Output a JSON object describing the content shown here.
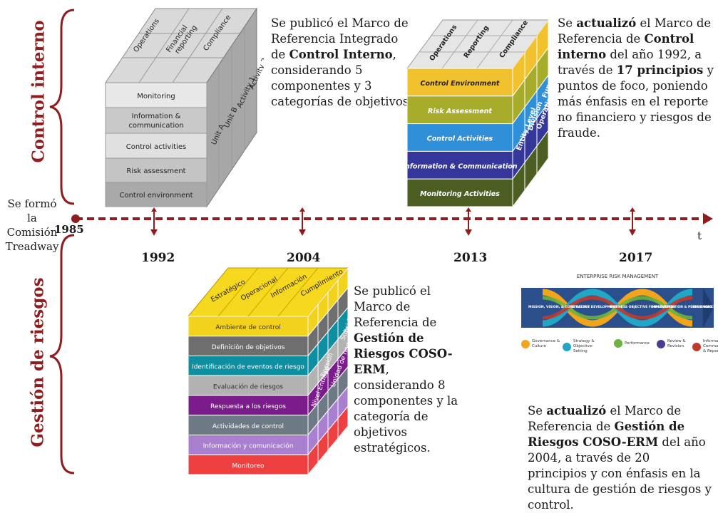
{
  "band_labels": {
    "top": "Control interno",
    "bottom": "Gestión de riesgos"
  },
  "timeline": {
    "start_label_lines": [
      "Se formó la",
      "Comisión",
      "Treadway"
    ],
    "start_year": "1985",
    "end_label": "t",
    "years": [
      "1992",
      "2004",
      "2013",
      "2017"
    ]
  },
  "cube1992": {
    "columns": [
      "Operations",
      "Financial",
      "reporting",
      "Compliance"
    ],
    "rows": [
      "Monitoring",
      "Information &",
      "communication",
      "Control activities",
      "Risk assessment",
      "Control environment"
    ],
    "side": [
      "Unit A",
      "Unit B",
      "Activity 1",
      "Activity 2"
    ]
  },
  "desc1992": {
    "p1": "Se publicó el Marco de Referencia Integrado de ",
    "b1": "Control Interno",
    "p2": ", considerando 5 componentes y 3 categorías de objetivos."
  },
  "cube2013": {
    "columns": [
      "Operations",
      "Reporting",
      "Compliance"
    ],
    "rows": [
      "Control Environment",
      "Risk Assessment",
      "Control Activities",
      "Information & Communication",
      "Monitoring Activities"
    ],
    "side": [
      "Entity Level",
      "Division",
      "Operating Unit",
      "Function"
    ],
    "colors": [
      "#f2c12e",
      "#a7ac2b",
      "#2f8fd8",
      "#34369a",
      "#4d5e22"
    ]
  },
  "desc2013": {
    "p1": "Se ",
    "b1": "actualizó",
    "p2": " el Marco de Referencia de ",
    "b2": "Control interno",
    "p3": " del año 1992, a través de ",
    "b3": "17 principios",
    "p4": " y puntos de foco, poniendo más énfasis en el reporte no financiero y riesgos de fraude."
  },
  "cube2004": {
    "columns": [
      "Estratégico",
      "Operacional",
      "Información",
      "Cumplimiento"
    ],
    "rows": [
      "Ambiente de control",
      "Definición de objetivos",
      "Identificación de eventos de riesgo",
      "Evaluación de riesgos",
      "Respuesta a los riesgos",
      "Actividades de control",
      "Información y comunicación",
      "Monitoreo"
    ],
    "side": [
      "Nivel Entidad",
      "División",
      "Unidad de negocio",
      "Subsidiaria"
    ],
    "colors": [
      "#f2d21c",
      "#6e6e6e",
      "#0d8fa1",
      "#b2b2b2",
      "#7b1b8c",
      "#6d7a85",
      "#a97fd0",
      "#ee4040"
    ]
  },
  "desc2004": {
    "p1": "Se publicó el Marco de Referencia de ",
    "b1": "Gestión de Riesgos COSO-ERM",
    "p2": ", considerando 8 componentes y la categoría de objetivos estratégicos."
  },
  "erm2017": {
    "banner_title": "ENTERPRISE RISK MANAGEMENT",
    "components": [
      {
        "label": "Governance & Culture",
        "color": "#f2a41c"
      },
      {
        "label": "Strategy & Objective-Setting",
        "color": "#22a6c8"
      },
      {
        "label": "Performance",
        "color": "#6cb33f"
      },
      {
        "label": "Review & Revision",
        "color": "#4b3c96"
      },
      {
        "label": "Information, Communication, & Reporting",
        "color": "#c0392b"
      }
    ],
    "ribbon_labels": [
      "MISSION, VISION, & CORE VALUES",
      "STRATEGY DEVELOPMENT",
      "BUSINESS OBJECTIVE FORMULATION",
      "IMPLEMENTATION & PERFORMANCE",
      "ENHANCED VALUE"
    ]
  },
  "desc2017": {
    "p1": "Se ",
    "b1": "actualizó",
    "p2": " el Marco de Referencia de ",
    "b2": "Gestión de Riesgos COSO-ERM",
    "p3": " del año 2004, a través de 20 principios y con énfasis en la cultura de gestión de riesgos y control."
  },
  "colors": {
    "accent": "#8e1d1d",
    "timeline": "#8e1d1d"
  }
}
